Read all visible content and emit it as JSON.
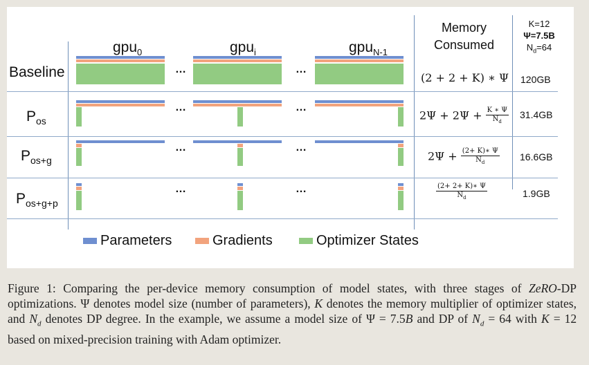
{
  "figure": {
    "gpu_labels": [
      {
        "base": "gpu",
        "sub": "0"
      },
      {
        "base": "gpu",
        "sub": "i"
      },
      {
        "base": "gpu",
        "sub": "N-1"
      }
    ],
    "ellipsis": "…",
    "rows": [
      {
        "label_base": "Baseline",
        "label_sub": "",
        "memory": "120GB"
      },
      {
        "label_base": "P",
        "label_sub": "os",
        "memory": "31.4GB"
      },
      {
        "label_base": "P",
        "label_sub": "os+g",
        "memory": "16.6GB"
      },
      {
        "label_base": "P",
        "label_sub": "os+g+p",
        "memory": "1.9GB"
      }
    ],
    "header": {
      "memory_consumed_line1": "Memory",
      "memory_consumed_line2": "Consumed",
      "params_k": "K=12",
      "params_psi": "Ψ=7.5B",
      "params_nd_base": "N",
      "params_nd_sub": "d",
      "params_nd_rest": "=64"
    },
    "formulas": {
      "baseline": "(2 + 2 + K) ∗ Ψ",
      "os_prefix": "2Ψ + 2Ψ +",
      "os_num": "K ∗ Ψ",
      "os_den": "N",
      "os_den_sub": "d",
      "osg_prefix": "2Ψ +",
      "osg_num": "(2+ K)∗ Ψ",
      "osg_den": "N",
      "osg_den_sub": "d",
      "osgp_num": "(2+ 2+ K)∗ Ψ",
      "osgp_den": "N",
      "osgp_den_sub": "d"
    },
    "legend": [
      {
        "label": "Parameters",
        "color": "#6f8fd0"
      },
      {
        "label": "Gradients",
        "color": "#f2a37d"
      },
      {
        "label": "Optimizer States",
        "color": "#92cb82"
      }
    ]
  },
  "caption": {
    "figure_label": "Figure 1:",
    "text_part1": "Comparing the per-device memory consumption of model states, with three stages of",
    "zero_italic": "ZeRO",
    "text_part2": "-DP optimizations. Ψ denotes model size (number of parameters),",
    "K": "K",
    "text_part3": "denotes the memory multiplier of optimizer states, and",
    "Nd_base": "N",
    "Nd_sub": "d",
    "text_part4": "denotes DP degree. In the example, we assume a model size of Ψ = 7.5",
    "B": "B",
    "text_part5": "and DP of",
    "Nd2_base": "N",
    "Nd2_sub": "d",
    "text_part6": "= 64 with",
    "K2": "K",
    "text_part7": "= 12 based on mixed-precision training with Adam optimizer."
  }
}
